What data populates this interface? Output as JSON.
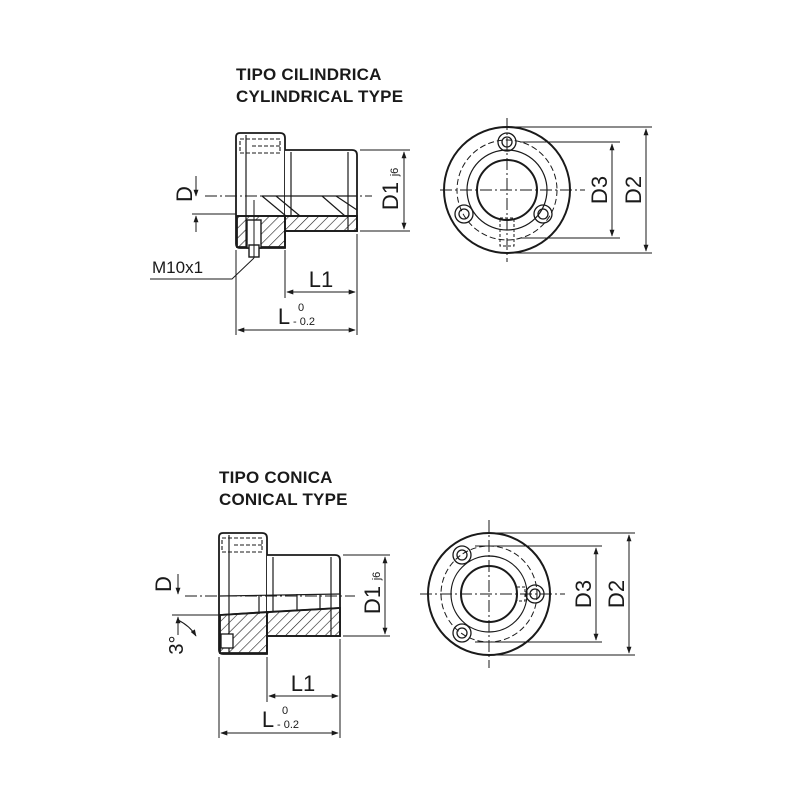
{
  "cylindrical": {
    "title_it": "TIPO CILINDRICA",
    "title_en": "CYLINDRICAL TYPE",
    "labels": {
      "d": "D",
      "d1": "D1",
      "d1_tol": "j6",
      "d2": "D2",
      "d3": "D3",
      "l1": "L1",
      "l": "L",
      "l_tol_upper": "0",
      "l_tol_lower": "- 0.2",
      "thread": "M10x1"
    }
  },
  "conical": {
    "title_it": "TIPO CONICA",
    "title_en": "CONICAL TYPE",
    "labels": {
      "d": "D",
      "d1": "D1",
      "d1_tol": "j6",
      "d2": "D2",
      "d3": "D3",
      "l1": "L1",
      "l": "L",
      "l_tol_upper": "0",
      "l_tol_lower": "- 0.2",
      "angle": "3°"
    }
  },
  "colors": {
    "line": "#1a1a1a",
    "background": "#ffffff"
  }
}
